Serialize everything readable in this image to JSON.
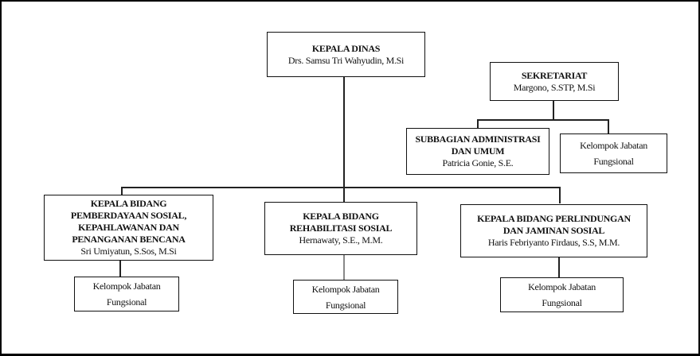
{
  "kepala_dinas": {
    "title": "KEPALA DINAS",
    "name": "Drs. Samsu Tri Wahyudin, M.Si"
  },
  "sekretariat": {
    "title": "SEKRETARIAT",
    "name": "Margono, S.STP, M.Si"
  },
  "subbagian": {
    "title": "SUBBAGIAN ADMINISTRASI\nDAN UMUM",
    "name": "Patricia Gonie, S.E."
  },
  "kelompok_label": "Kelompok Jabatan\nFungsional",
  "bidang": [
    {
      "title": "KEPALA BIDANG\nPEMBERDAYAAN SOSIAL,\nKEPAHLAWANAN DAN\nPENANGANAN BENCANA",
      "name": "Sri Umiyatun, S.Sos, M.Si"
    },
    {
      "title": "KEPALA BIDANG\nREHABILITASI SOSIAL",
      "name": "Hernawaty, S.E., M.M."
    },
    {
      "title": "KEPALA BIDANG PERLINDUNGAN\nDAN JAMINAN SOSIAL",
      "name": "Haris Febriyanto Firdaus, S.S, M.M."
    }
  ]
}
